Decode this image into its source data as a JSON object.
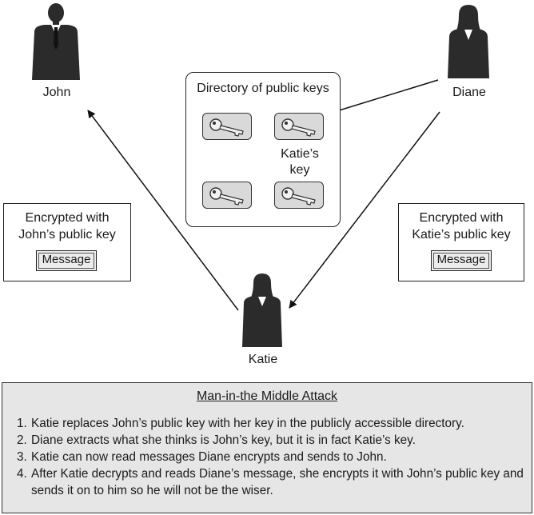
{
  "people": {
    "john": "John",
    "diane": "Diane",
    "katie": "Katie"
  },
  "directory": {
    "title": "Directory of public keys",
    "highlighted_key_caption_line1": "Katie’s",
    "highlighted_key_caption_line2": "key"
  },
  "left_box": {
    "line1": "Encrypted with",
    "line2": "John’s public key",
    "message": "Message"
  },
  "right_box": {
    "line1": "Encrypted with",
    "line2": "Katie’s public key",
    "message": "Message"
  },
  "panel": {
    "title": "Man-in-the Middle Attack",
    "steps": [
      {
        "num": "1.",
        "text": "Katie replaces John’s public key with her key in the publicly accessible directory."
      },
      {
        "num": "2.",
        "text": "Diane extracts what she thinks is John’s key, but it is in fact Katie’s key."
      },
      {
        "num": "3.",
        "text": "Katie can now read messages Diane encrypts and sends to John."
      },
      {
        "num": "4.",
        "text": "After Katie decrypts and reads Diane’s message, she encrypts it with John’s public key and sends it on to him so he will not be the wiser."
      }
    ]
  },
  "colors": {
    "figure": "#2b2b2b",
    "key_fill": "#d9d9d9",
    "panel_bg": "#e6e6e6"
  }
}
